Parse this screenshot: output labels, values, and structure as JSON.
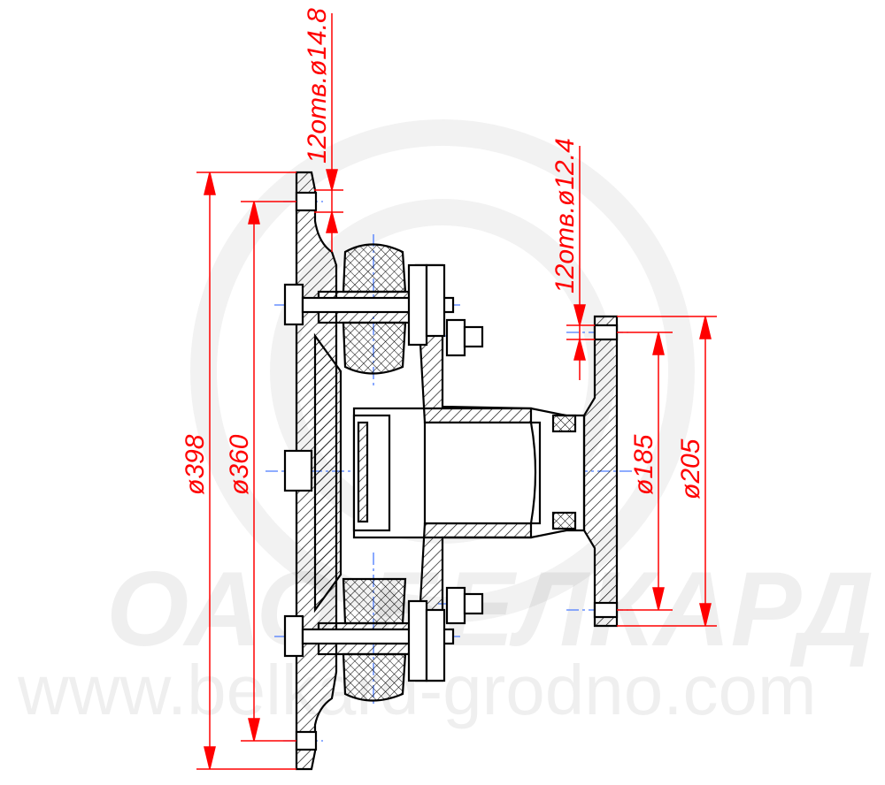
{
  "drawing": {
    "watermark": {
      "company": "ОАО БЕЛКАРД",
      "website": "www.belkard-grodno.com"
    },
    "dimensions": {
      "holes_large": "12отв.ø14.8",
      "holes_small": "12отв.ø12.4",
      "outer_diameter_left": "ø398",
      "bolt_circle_left": "ø360",
      "bolt_circle_right": "ø185",
      "outer_diameter_right": "ø205"
    },
    "colors": {
      "dimension": "#ff0000",
      "centerline": "#4a7bff",
      "outline": "#000000"
    }
  }
}
